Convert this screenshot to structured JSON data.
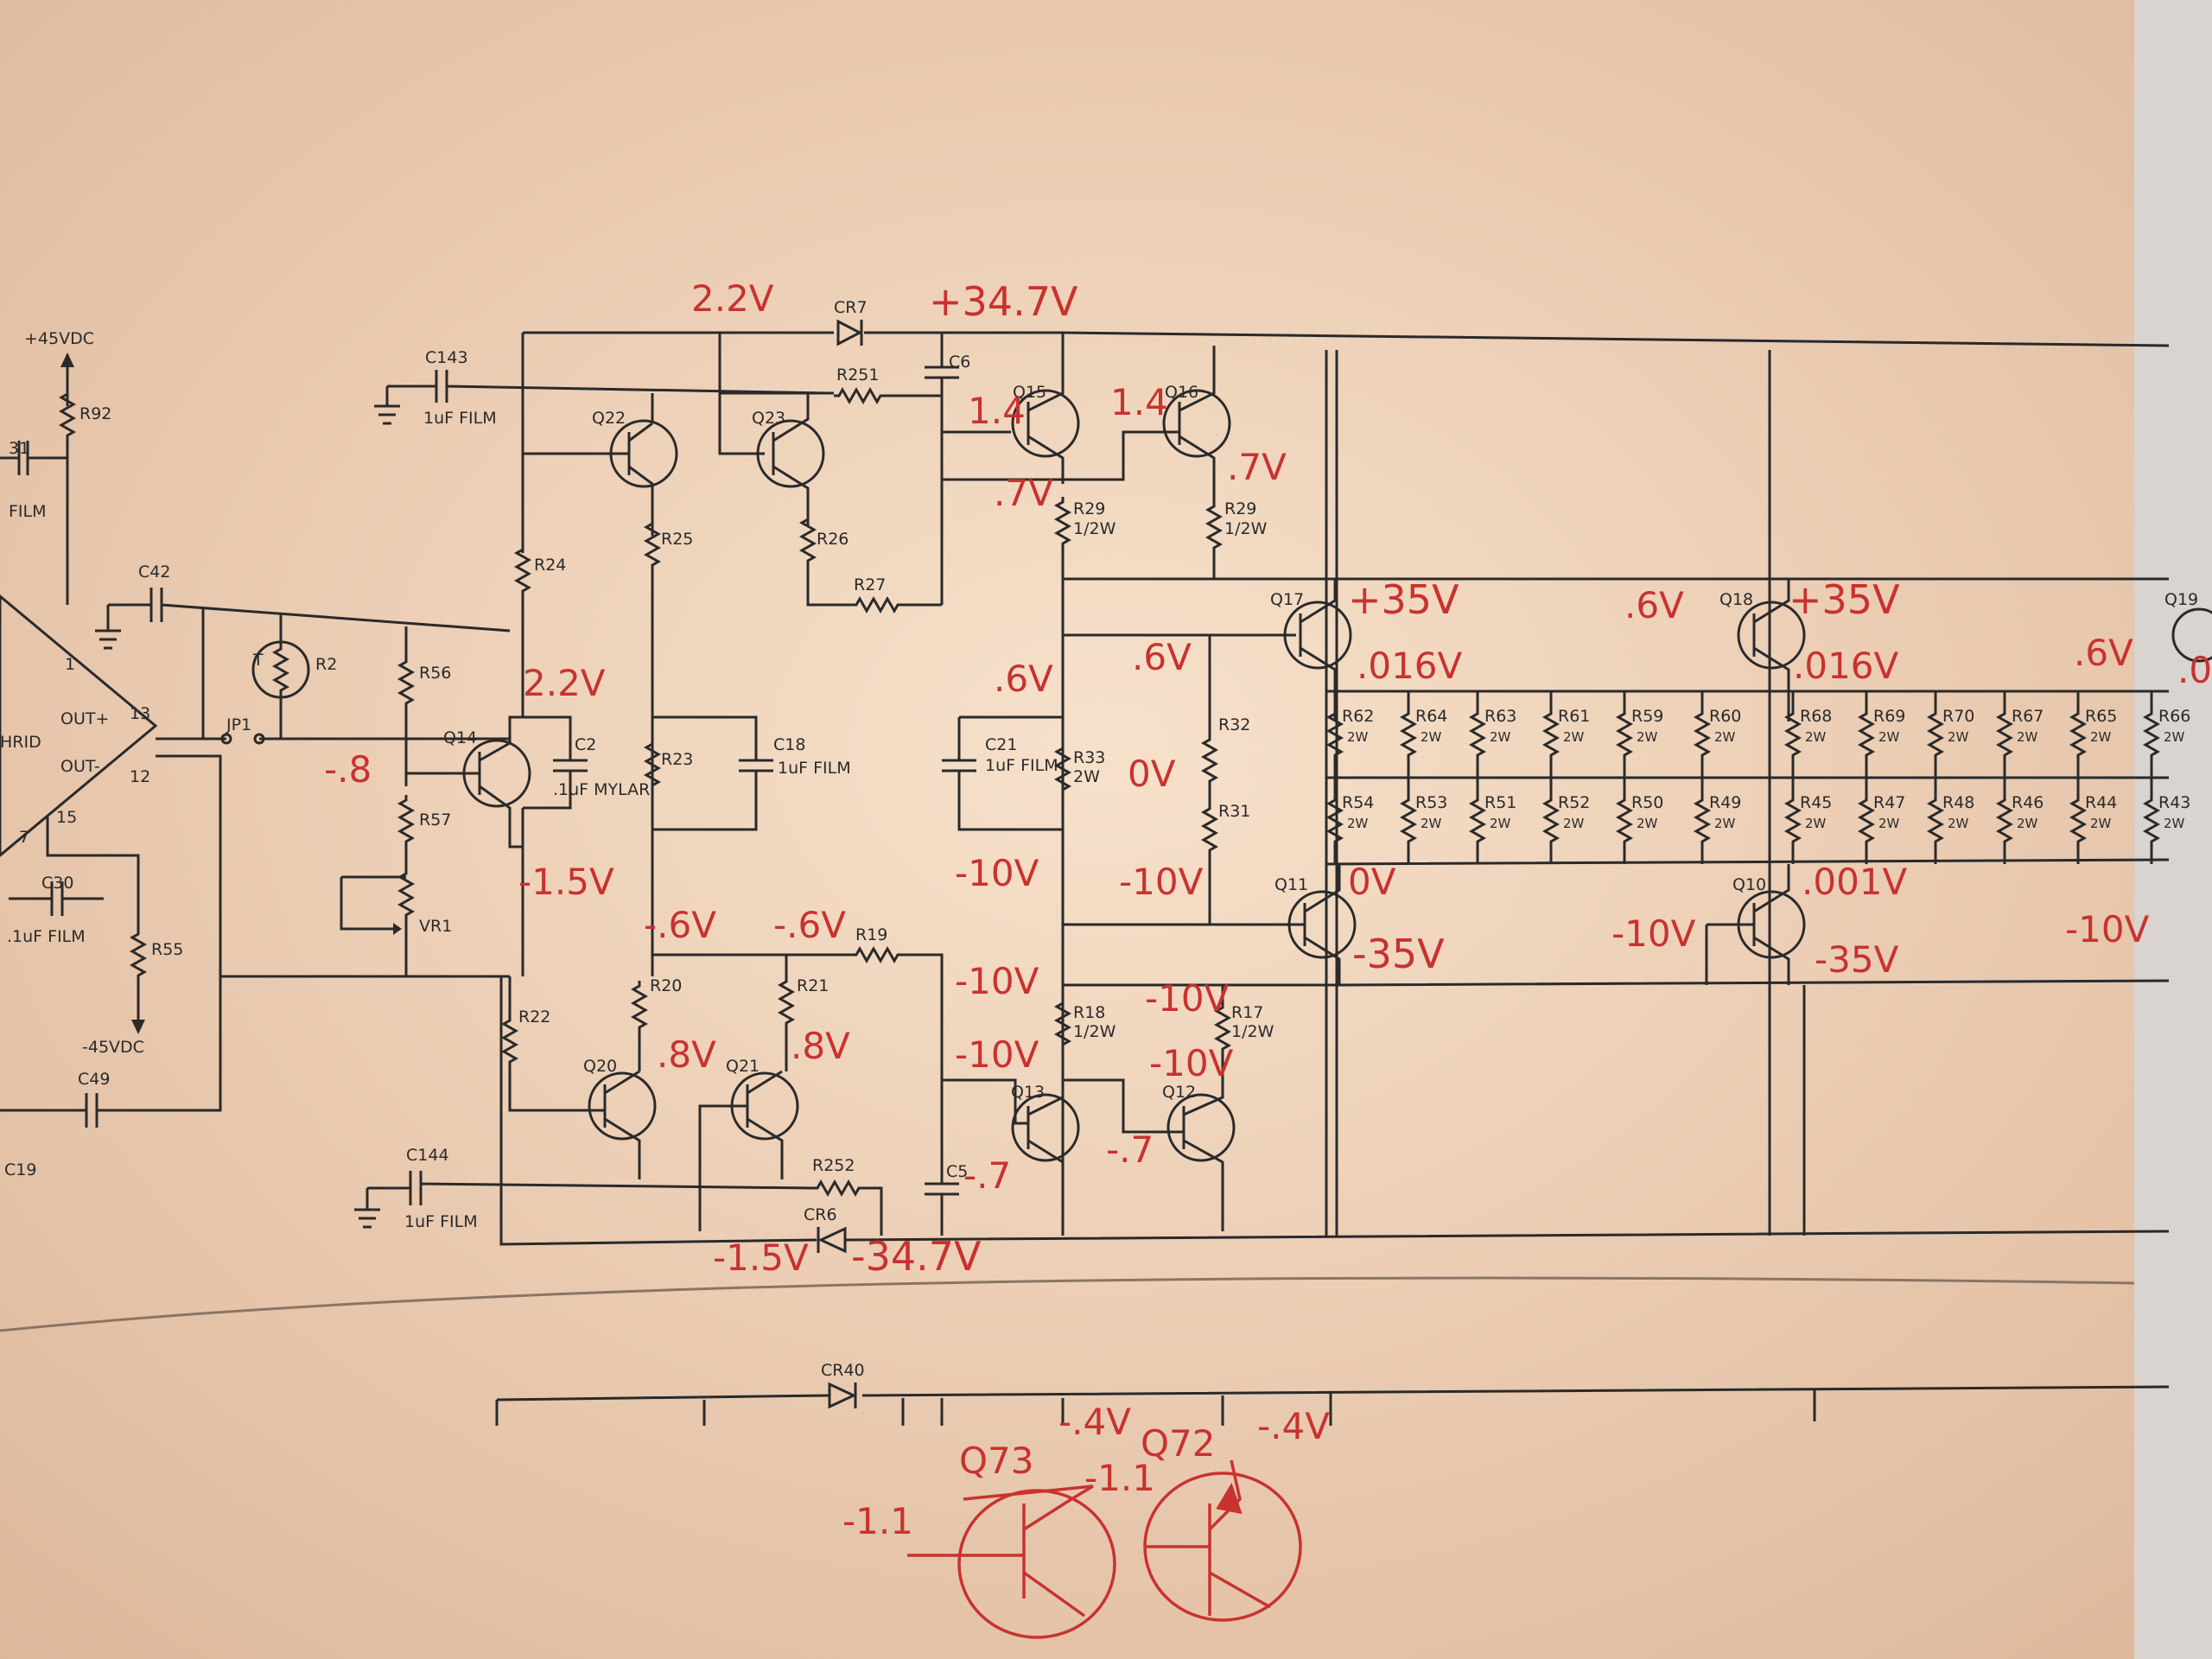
{
  "colors": {
    "paper": "#f4d9c0",
    "print_ink": "#2a2a2a",
    "handwriting": "#c8322f"
  },
  "printed_labels": {
    "supply_pos": "+45VDC",
    "supply_neg": "-45VDC",
    "r92": "R92",
    "c31": "31",
    "film": "FILM",
    "c42": "C42",
    "r2": "R2",
    "thermistor": "T",
    "jp1": "JP1",
    "r56": "R56",
    "r57": "R57",
    "vr1": "VR1",
    "c30": "C30",
    "c30_val": ".1uF FILM",
    "r55": "R55",
    "c49": "C49",
    "c19": "C19",
    "u_pin1": "1",
    "u_pin13": "13",
    "u_pin12": "12",
    "u_pin15": "15",
    "u_pin7": "7",
    "u_out_plus": "OUT+",
    "u_out_minus": "OUT-",
    "u_name": "HRID",
    "c143": "C143",
    "c143_val": "1uF FILM",
    "c144": "C144",
    "c144_val": "1uF FILM",
    "cr7": "CR7",
    "cr6": "CR6",
    "cr40": "CR40",
    "r251": "R251",
    "r252": "R252",
    "c6": "C6",
    "c5": "C5",
    "q22": "Q22",
    "q23": "Q23",
    "q14": "Q14",
    "q20": "Q20",
    "q21": "Q21",
    "q15": "Q15",
    "q16": "Q16",
    "q13": "Q13",
    "q12": "Q12",
    "q17": "Q17",
    "q11": "Q11",
    "q18": "Q18",
    "q10": "Q10",
    "q19": "Q19",
    "r24": "R24",
    "r25": "R25",
    "r26": "R26",
    "r27": "R27",
    "r23": "R23",
    "r22": "R22",
    "r20": "R20",
    "r21": "R21",
    "r19": "R19",
    "c2": "C2",
    "c2_val": ".1uF MYLAR",
    "c18": "C18",
    "c18_val": "1uF FILM",
    "c21": "C21",
    "c21_val": "1uF FILM",
    "r29a": "R29",
    "r29a_val": "1/2W",
    "r29b": "R29",
    "r29b_val": "1/2W",
    "r33": "R33",
    "r33_val": "2W",
    "r32": "R32",
    "r31": "R31",
    "r18": "R18",
    "r18_val": "1/2W",
    "r17": "R17",
    "r17_val": "1/2W",
    "upper_bank": [
      "R62",
      "R64",
      "R63",
      "R61",
      "R59",
      "R60",
      "R68",
      "R69",
      "R70",
      "R67",
      "R65",
      "R66"
    ],
    "lower_bank": [
      "R54",
      "R53",
      "R51",
      "R52",
      "R50",
      "R49",
      "R45",
      "R47",
      "R48",
      "R46",
      "R44",
      "R43"
    ],
    "bank_watt": "2W"
  },
  "handwritten_notes": {
    "v_2_2_top": "2.2V",
    "v_pos_rail": "+34.7V",
    "v_q15_b": "1.4",
    "v_q16_b": "1.4",
    "v_q15_e": ".7V",
    "v_q16_e": ".7V",
    "v_q14_c": "2.2V",
    "v_q14_b": "-.8",
    "v_q14_e": "-1.5V",
    "v_r23_bot": "-.6V",
    "v_r21_top": "-.6V",
    "v_q20": ".8V",
    "v_q21": ".8V",
    "v_left_node": ".6V",
    "v_r32_top": ".6V",
    "v_zero_mid": "0V",
    "v_minus10_a": "-10V",
    "v_minus10_b": "-10V",
    "v_minus10_c": "-10V",
    "v_minus10_d": "-10V",
    "v_minus10_e": "-10V",
    "v_minus10_f": "-10V",
    "v_minus10_g": "-10V",
    "v_minus10_h": "-10V",
    "v_q13": "-.7",
    "v_q12": "-.7",
    "v_cr6": "-1.5V",
    "v_neg_rail": "-34.7V",
    "v_q17_c": "+35V",
    "v_q17_e": ".016V",
    "v_q18_c": "+35V",
    "v_q18_e": ".016V",
    "v_q18_b": ".6V",
    "v_q19_b": ".6V",
    "v_q19_e": ".0",
    "v_q11_e": "0V",
    "v_q11_c": "-35V",
    "v_q10_e": ".001V",
    "v_q10_c": "-35V",
    "q73": "Q73",
    "q72": "Q72",
    "v_q73_e": "-.4V",
    "v_q72_e": "-.4V",
    "v_q73_b": "-1.1",
    "v_q72_b": "-1.1"
  }
}
